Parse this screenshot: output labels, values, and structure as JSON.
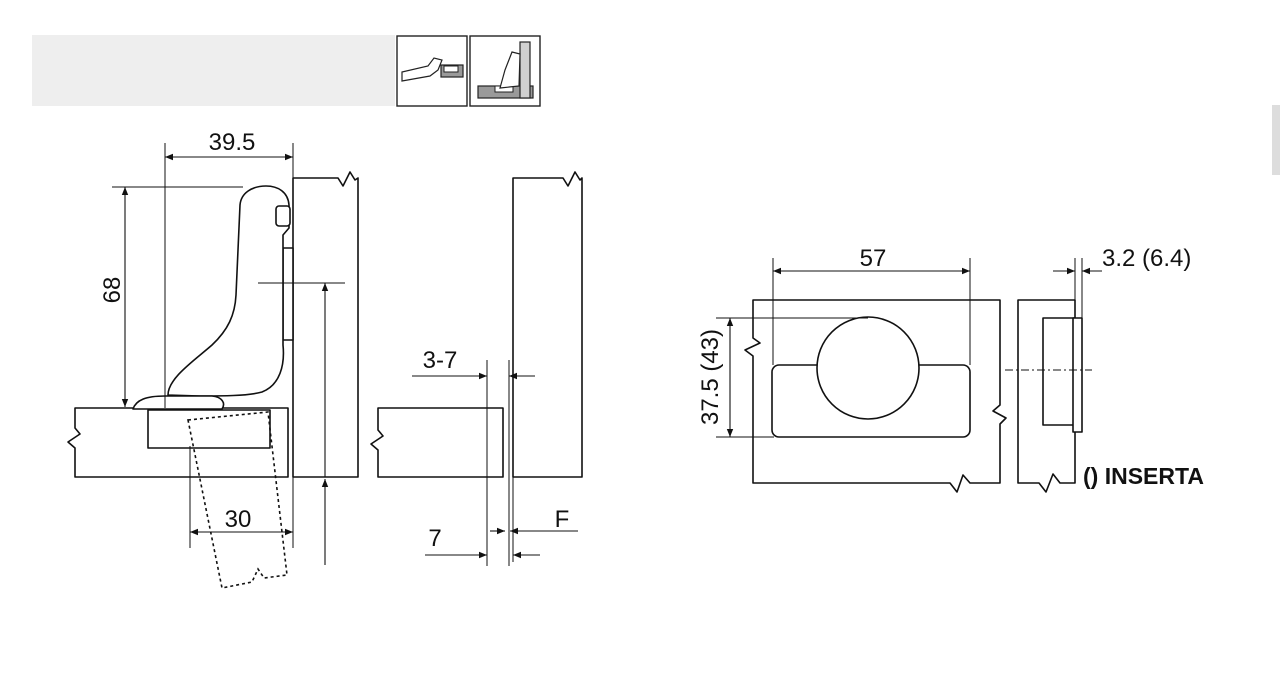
{
  "header": {
    "icon_left": "hinge-overlay-icon",
    "icon_right": "hinge-inset-icon",
    "bar_color": "#eeeeee"
  },
  "side_view": {
    "width_label": "39.5",
    "height_label": "68",
    "drill_label": "30"
  },
  "gap_view": {
    "gap_label": "3-7",
    "edge_label": "7",
    "overlay_label": "F"
  },
  "cup_view": {
    "width_label": "57",
    "height_label": "37.5 (43)",
    "depth_label": "3.2 (6.4)",
    "note_label": "() INSERTA"
  }
}
